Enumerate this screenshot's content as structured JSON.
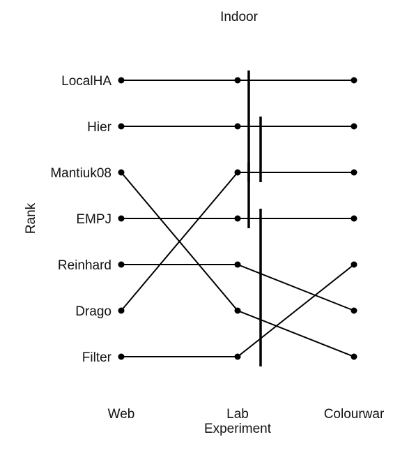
{
  "chart_data": {
    "type": "line",
    "title": "Indoor",
    "ylabel": "Rank",
    "experiments": [
      "Web",
      "Lab\nExperiment",
      "Colourwar"
    ],
    "methods": [
      "LocalHA",
      "Hier",
      "Mantiuk08",
      "EMPJ",
      "Reinhard",
      "Drago",
      "Filter"
    ],
    "ranks": {
      "Web": [
        "LocalHA",
        "Hier",
        "Mantiuk08",
        "EMPJ",
        "Reinhard",
        "Drago",
        "Filter"
      ],
      "Lab": [
        "LocalHA",
        "Hier",
        "Drago",
        "EMPJ",
        "Reinhard",
        "Mantiuk08",
        "Filter"
      ],
      "Colourwar": [
        "LocalHA",
        "Hier",
        "Drago",
        "EMPJ",
        "Filter",
        "Reinhard",
        "Mantiuk08"
      ]
    },
    "significance_groups": [
      {
        "experiment": "Lab",
        "from_rank": 1,
        "to_rank": 3
      },
      {
        "experiment": "Lab",
        "from_rank": 2,
        "to_rank": 3
      },
      {
        "experiment": "Lab",
        "from_rank": 3,
        "to_rank": 4
      },
      {
        "experiment": "Lab",
        "from_rank": 4,
        "to_rank": 7
      }
    ],
    "grid": false,
    "legend": "none",
    "colors": {
      "line": "#000000",
      "text": "#111111"
    }
  }
}
